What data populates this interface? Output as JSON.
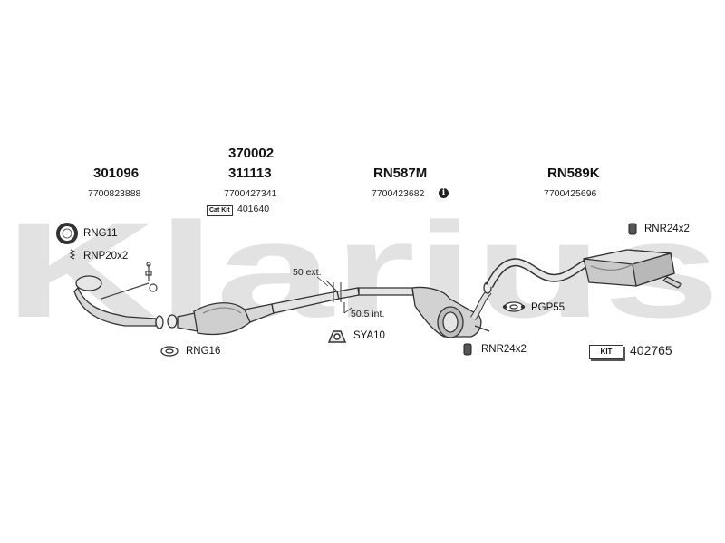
{
  "watermark": "Klarius",
  "groups": [
    {
      "code": "301096",
      "ref": "7700823888"
    },
    {
      "code_top": "370002",
      "code": "311113",
      "ref": "7700427341",
      "catkit_label": "Cat Kit",
      "catkit_ref": "401640"
    },
    {
      "code": "RN587M",
      "ref": "7700423682",
      "info_icon": "i"
    },
    {
      "code": "RN589K",
      "ref": "7700425696"
    }
  ],
  "parts": {
    "rng11": "RNG11",
    "rnp20": "RNP20x2",
    "rng16": "RNG16",
    "sya10": "SYA10",
    "rnr_bottom": "RNR24x2",
    "rnr_top": "RNR24x2",
    "pgp55": "PGP55"
  },
  "dimensions": {
    "ext": "50 ext.",
    "int": "50.5 int."
  },
  "kit": {
    "label": "KIT",
    "ref": "402765"
  }
}
